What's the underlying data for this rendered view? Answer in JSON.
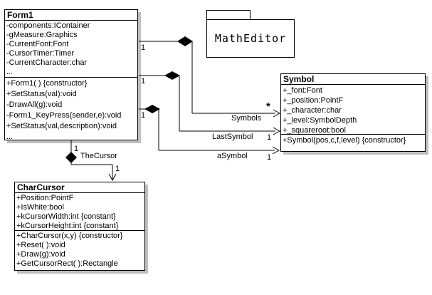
{
  "diagram": {
    "package": {
      "name": "MathEditor"
    },
    "classes": {
      "form1": {
        "name": "Form1",
        "attributes": [
          "-components:IContainer",
          "-gMeasure:Graphics",
          "-CurrentFont:Font",
          "-CursorTimer:Timer",
          "-CurrentCharacter:char",
          "..."
        ],
        "methods": [
          "+Form1( ) {constructor}",
          "+SetStatus(val):void",
          "-DrawAll(g):void",
          "-Form1_KeyPress(sender,e):void",
          "+SetStatus(val,description):void",
          "..."
        ]
      },
      "symbol": {
        "name": "Symbol",
        "attributes": [
          "+_font:Font",
          "+_position:PointF",
          "+_character:char",
          "+_level:SymbolDepth",
          "+_squareroot:bool"
        ],
        "methods": [
          "+Symbol(pos,c,f,level) {constructor}"
        ]
      },
      "charcursor": {
        "name": "CharCursor",
        "attributes": [
          "+Position:PointF",
          "+IsWhite:bool",
          "+kCursorWidth:int {constant}",
          "+kCursorHeight:int {constant}"
        ],
        "methods": [
          "+CharCursor(x,y) {constructor}",
          "+Reset( ):void",
          "+Draw(g):void",
          "+GetCursorRect( ):Rectangle"
        ]
      }
    },
    "connectors": {
      "symbols": {
        "label": "Symbols",
        "source_mult": "1",
        "target_mult": "*"
      },
      "last_symbol": {
        "label": "LastSymbol",
        "source_mult": "1",
        "target_mult": "1"
      },
      "a_symbol": {
        "label": "aSymbol",
        "source_mult": "1",
        "target_mult": "1"
      },
      "the_cursor": {
        "label": "TheCursor",
        "source_mult": "1",
        "target_mult": "1"
      }
    },
    "colors": {
      "line": "#000000",
      "box_fill": "#ffffff",
      "shadow": "#bfbfbf",
      "background": "#ffffff"
    }
  }
}
